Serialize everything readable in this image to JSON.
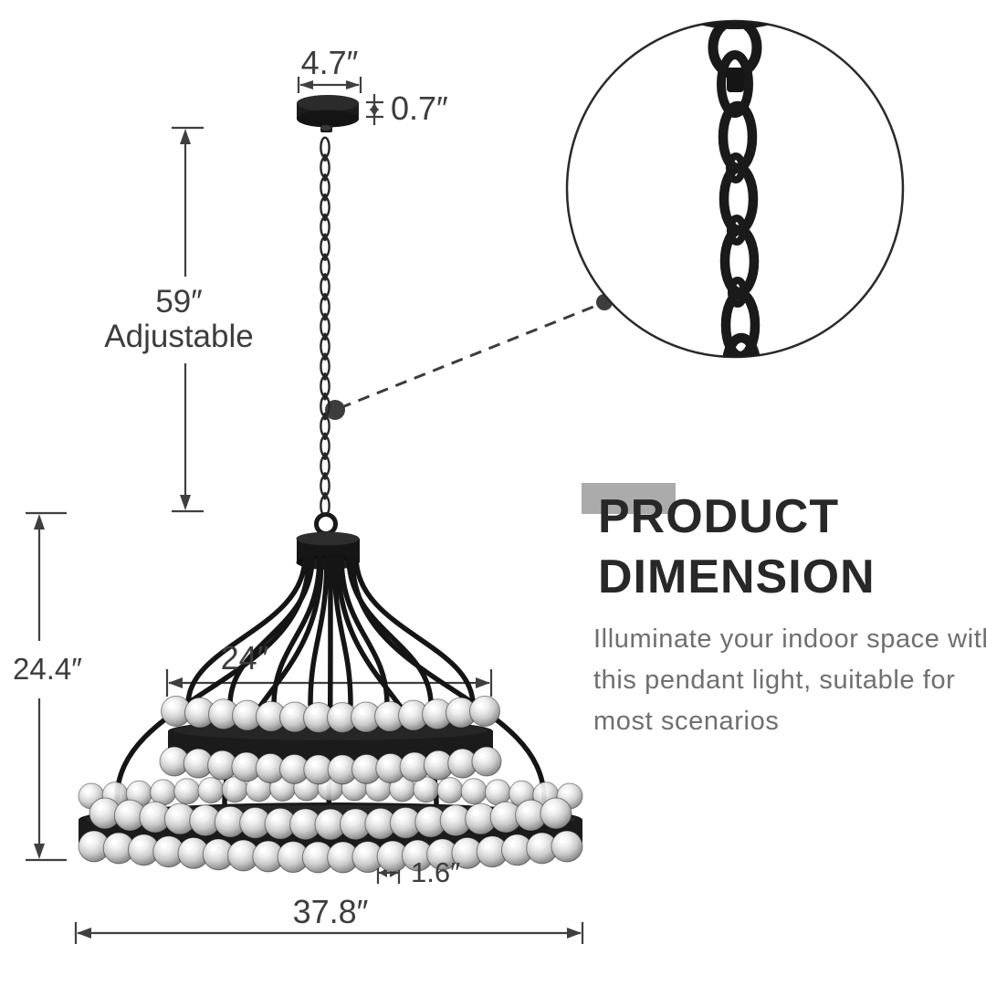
{
  "title": {
    "line1": "PRODUCT",
    "line2": "DIMENSION"
  },
  "description": {
    "lines": [
      "Illuminate your indoor space with",
      "this pendant light, suitable for",
      "most scenarios"
    ]
  },
  "dimensions": {
    "canopy_width": "4.7″",
    "canopy_height": "0.7″",
    "chain_length": "59″",
    "chain_note": "Adjustable",
    "fixture_height": "24.4″",
    "upper_tier_diameter": "24″",
    "ball_diameter": "1.6″",
    "overall_width": "37.8″"
  },
  "colors": {
    "accent_gray": "#ababab",
    "heading_text": "#282828",
    "body_text": "#6f6f6f",
    "dimension_lines": "#3f3f3f",
    "metal_black": "#1a1a1a",
    "ball_silver": "#cfcfcf"
  }
}
